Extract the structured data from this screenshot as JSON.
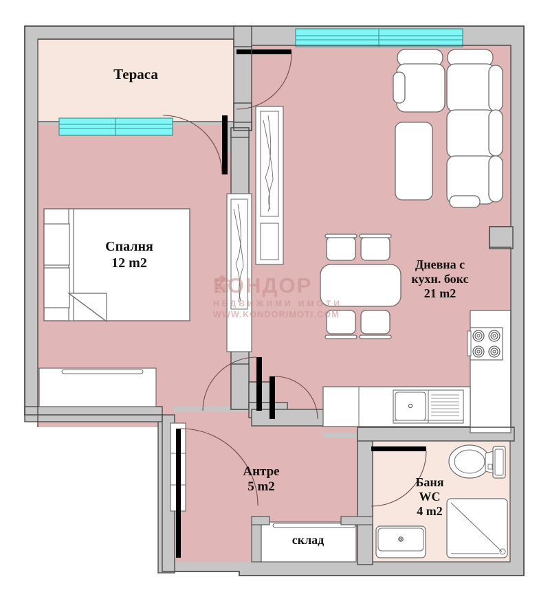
{
  "plan": {
    "title": "Apartment floor plan",
    "unit_suffix": "m2"
  },
  "colors": {
    "wall_fill": "#c6c6c6",
    "wall_stroke": "#4a4a4a",
    "room_fill": "#e0b6b6",
    "terrace_fill": "#f7e7de",
    "bath_fill": "#f7e7de",
    "window_fill": "#7df7f7",
    "window_stroke": "#4aa6a6",
    "furniture_fill": "#ffffff",
    "furniture_stroke": "#6b6b6b",
    "door_leaf": "#000000",
    "door_arc": "#6b4a4a",
    "watermark": "#c98c8c",
    "background": "#ffffff",
    "text": "#111111"
  },
  "rooms": [
    {
      "key": "terasa",
      "name": "Тераса",
      "area": "",
      "label_lines": [
        "Тераса"
      ]
    },
    {
      "key": "spalnya",
      "name": "Спалня",
      "area": "12 m2",
      "label_lines": [
        "Спалня",
        "12 m2"
      ]
    },
    {
      "key": "dnevna",
      "name": "Дневна с кухн. бокс",
      "area": "21 m2",
      "label_lines": [
        "Дневна с",
        "кухн. бокс",
        "21 m2"
      ]
    },
    {
      "key": "antre",
      "name": "Антре",
      "area": "5 m2",
      "label_lines": [
        "Антре",
        "5 m2"
      ]
    },
    {
      "key": "banya",
      "name": "Баня WC",
      "area": "4 m2",
      "label_lines": [
        "Баня",
        "WC",
        "4 m2"
      ]
    },
    {
      "key": "sklad",
      "name": "склад",
      "area": "",
      "label_lines": [
        "склад"
      ]
    }
  ],
  "labels": {
    "terasa": {
      "l1": "Тераса"
    },
    "spalnya": {
      "l1": "Спалня",
      "l2": "12 m2"
    },
    "dnevna": {
      "l1": "Дневна с",
      "l2": "кухн. бокс",
      "l3": "21 m2"
    },
    "antre": {
      "l1": "Антре",
      "l2": "5 m2"
    },
    "banya": {
      "l1": "Баня",
      "l2": "WC",
      "l3": "4 m2"
    },
    "sklad": {
      "l1": "склад"
    }
  },
  "watermark": {
    "brand": "КОНДОР",
    "tagline": "НЕДВИЖИМИ ИМОТИ",
    "url": "WWW.KONDORIMOTI.COM"
  },
  "fixtures": [
    {
      "name": "sofa-corner",
      "room": "dnevna"
    },
    {
      "name": "coffee-table",
      "room": "dnevna"
    },
    {
      "name": "dining-table",
      "room": "dnevna"
    },
    {
      "name": "dining-chair",
      "room": "dnevna",
      "count": 4
    },
    {
      "name": "cooktop",
      "room": "dnevna"
    },
    {
      "name": "kitchen-sink",
      "room": "dnevna"
    },
    {
      "name": "kitchen-counter",
      "room": "dnevna"
    },
    {
      "name": "bed-double",
      "room": "spalnya"
    },
    {
      "name": "nightstand",
      "room": "spalnya",
      "count": 2
    },
    {
      "name": "wardrobe",
      "room": "spalnya",
      "count": 2
    },
    {
      "name": "toilet",
      "room": "banya"
    },
    {
      "name": "washbasin",
      "room": "banya"
    },
    {
      "name": "shower-tray",
      "room": "banya"
    },
    {
      "name": "storage-shelf",
      "room": "sklad"
    }
  ],
  "openings": [
    {
      "name": "window-living-north",
      "type": "window"
    },
    {
      "name": "window-bedroom-north",
      "type": "window"
    },
    {
      "name": "door-terrace",
      "type": "door"
    },
    {
      "name": "door-bedroom",
      "type": "door"
    },
    {
      "name": "door-living",
      "type": "door"
    },
    {
      "name": "door-bathroom",
      "type": "door"
    },
    {
      "name": "door-entrance",
      "type": "door"
    }
  ]
}
